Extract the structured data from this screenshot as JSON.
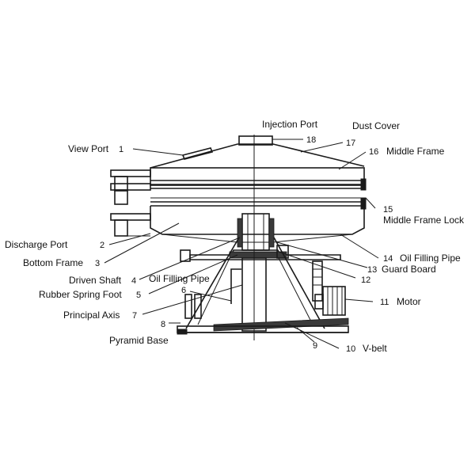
{
  "callouts": [
    {
      "id": "c1",
      "name": "View Port",
      "number": "1"
    },
    {
      "id": "c2",
      "name": "Discharge Port",
      "number": "2"
    },
    {
      "id": "c3",
      "name": "Bottom Frame",
      "number": "3"
    },
    {
      "id": "c4",
      "name": "Driven Shaft",
      "number": "4"
    },
    {
      "id": "c5",
      "name": "Rubber Spring Foot",
      "number": "5"
    },
    {
      "id": "c6",
      "name": "Oil Filling Pipe",
      "number": "6"
    },
    {
      "id": "c7",
      "name": "Principal Axis",
      "number": "7"
    },
    {
      "id": "c8",
      "name": "Pyramid Base",
      "number": "8"
    },
    {
      "id": "c9",
      "name": "",
      "number": "9"
    },
    {
      "id": "c10",
      "name": "V-belt",
      "number": "10"
    },
    {
      "id": "c11",
      "name": "Motor",
      "number": "11"
    },
    {
      "id": "c12",
      "name": "",
      "number": "12"
    },
    {
      "id": "c13",
      "name": "Guard Board",
      "number": "13"
    },
    {
      "id": "c14",
      "name": "Oil Filling Pipe",
      "number": "14"
    },
    {
      "id": "c15",
      "name": "Middle Frame Lock",
      "number": "15"
    },
    {
      "id": "c16",
      "name": "Middle Frame",
      "number": "16"
    },
    {
      "id": "c17",
      "name": "Dust Cover",
      "number": "17"
    },
    {
      "id": "c18",
      "name": "Injection Port",
      "number": "18"
    }
  ]
}
